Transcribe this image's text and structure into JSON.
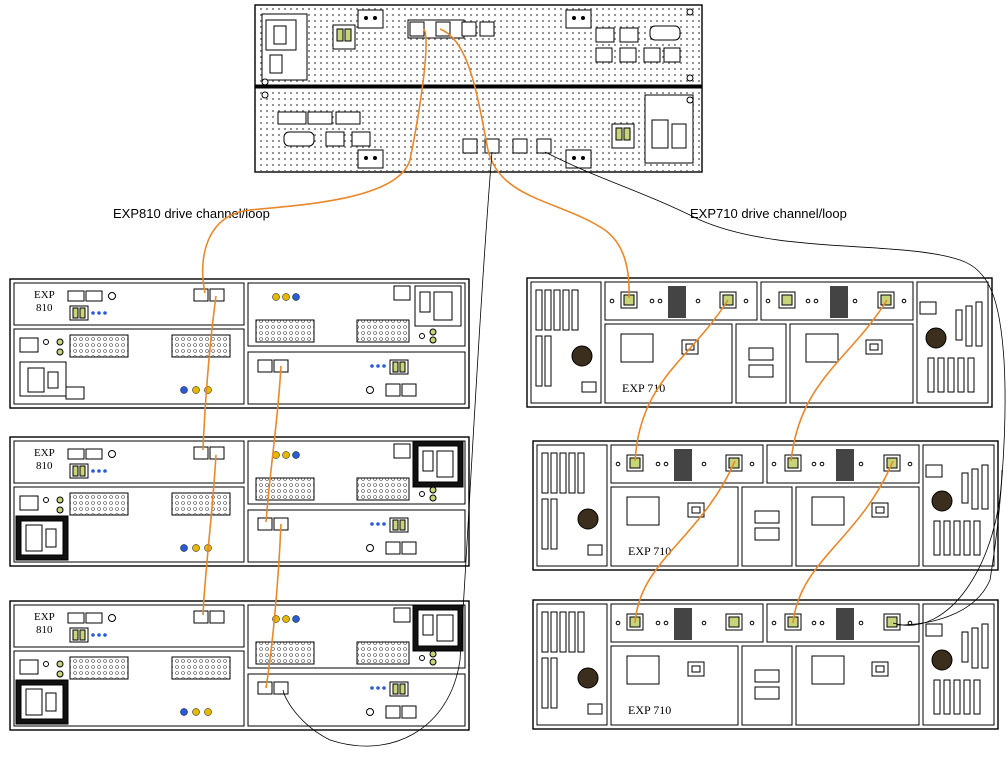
{
  "labels": {
    "exp810_loop": "EXP810 drive channel/loop",
    "exp710_loop": "EXP710 drive channel/loop"
  },
  "enclosures": {
    "exp810": [
      {
        "model_line1": "EXP",
        "model_line2": "810"
      },
      {
        "model_line1": "EXP",
        "model_line2": "810"
      },
      {
        "model_line1": "EXP",
        "model_line2": "810"
      }
    ],
    "exp710": [
      {
        "model": "EXP 710"
      },
      {
        "model": "EXP 710"
      },
      {
        "model": "EXP 710"
      }
    ]
  },
  "colors": {
    "cable_fibre": "#e8882a",
    "cable_copper": "#000000",
    "port_led": "#c8d47a",
    "led_yellow": "#e6b800",
    "led_blue": "#2a5bd7"
  }
}
